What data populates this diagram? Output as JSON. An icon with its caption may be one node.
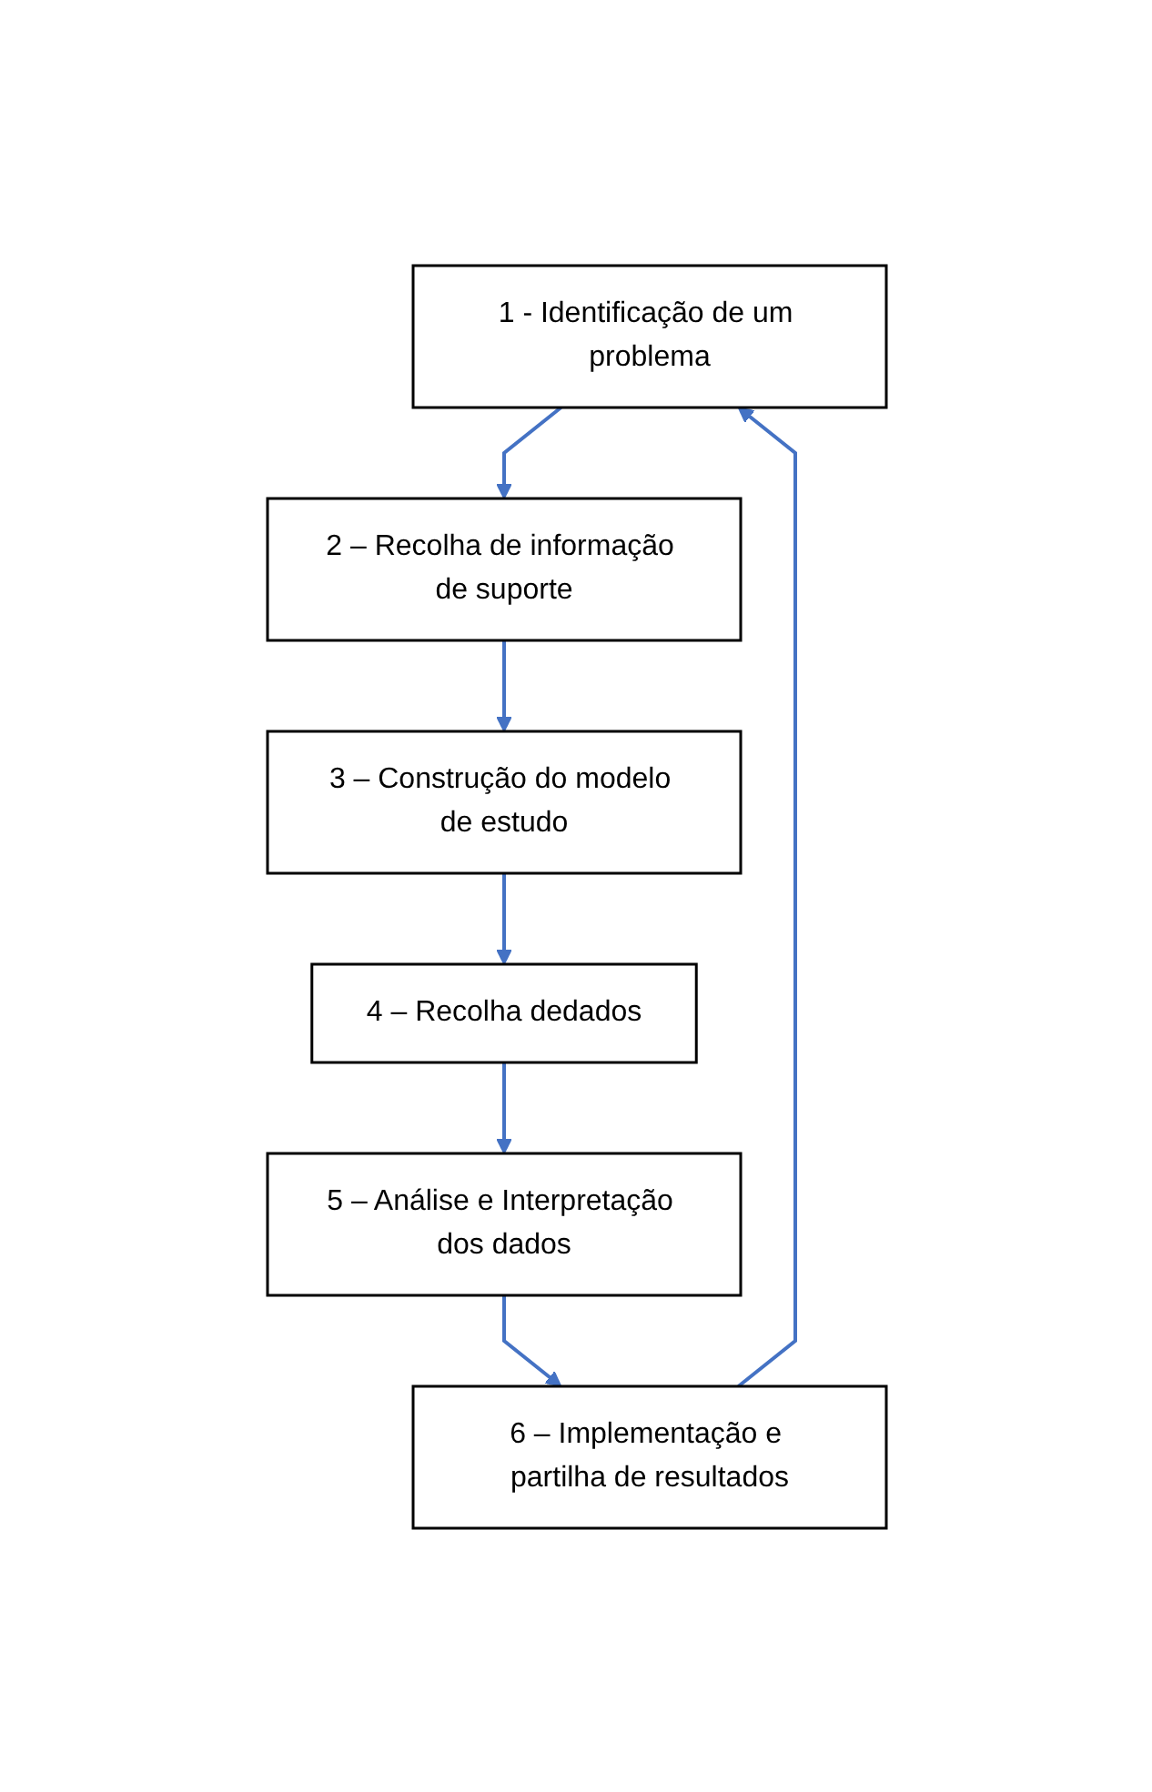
{
  "diagram": {
    "nodes": [
      {
        "text": [
          "1 - Identificação de um problema"
        ]
      },
      {
        "text": [
          "2 – Recolha de informação de suporte"
        ]
      },
      {
        "text": [
          "3 – Construção do modelo de estudo"
        ]
      },
      {
        "text": [
          "4 – Recolha dedados"
        ]
      },
      {
        "text": [
          "5 – Análise e Interpretação dos dados"
        ]
      },
      {
        "text": [
          "6 – Implementação e partilha de resultados"
        ]
      }
    ],
    "edges": [
      {
        "from": 0,
        "to": 1,
        "arrow": "to"
      },
      {
        "from": 1,
        "to": 2,
        "arrow": "to"
      },
      {
        "from": 2,
        "to": 3,
        "arrow": "to"
      },
      {
        "from": 3,
        "to": 4,
        "arrow": "to"
      },
      {
        "from": 4,
        "to": 5,
        "arrow": "to"
      },
      {
        "from": 5,
        "to": 0,
        "arrow": "to"
      }
    ]
  }
}
